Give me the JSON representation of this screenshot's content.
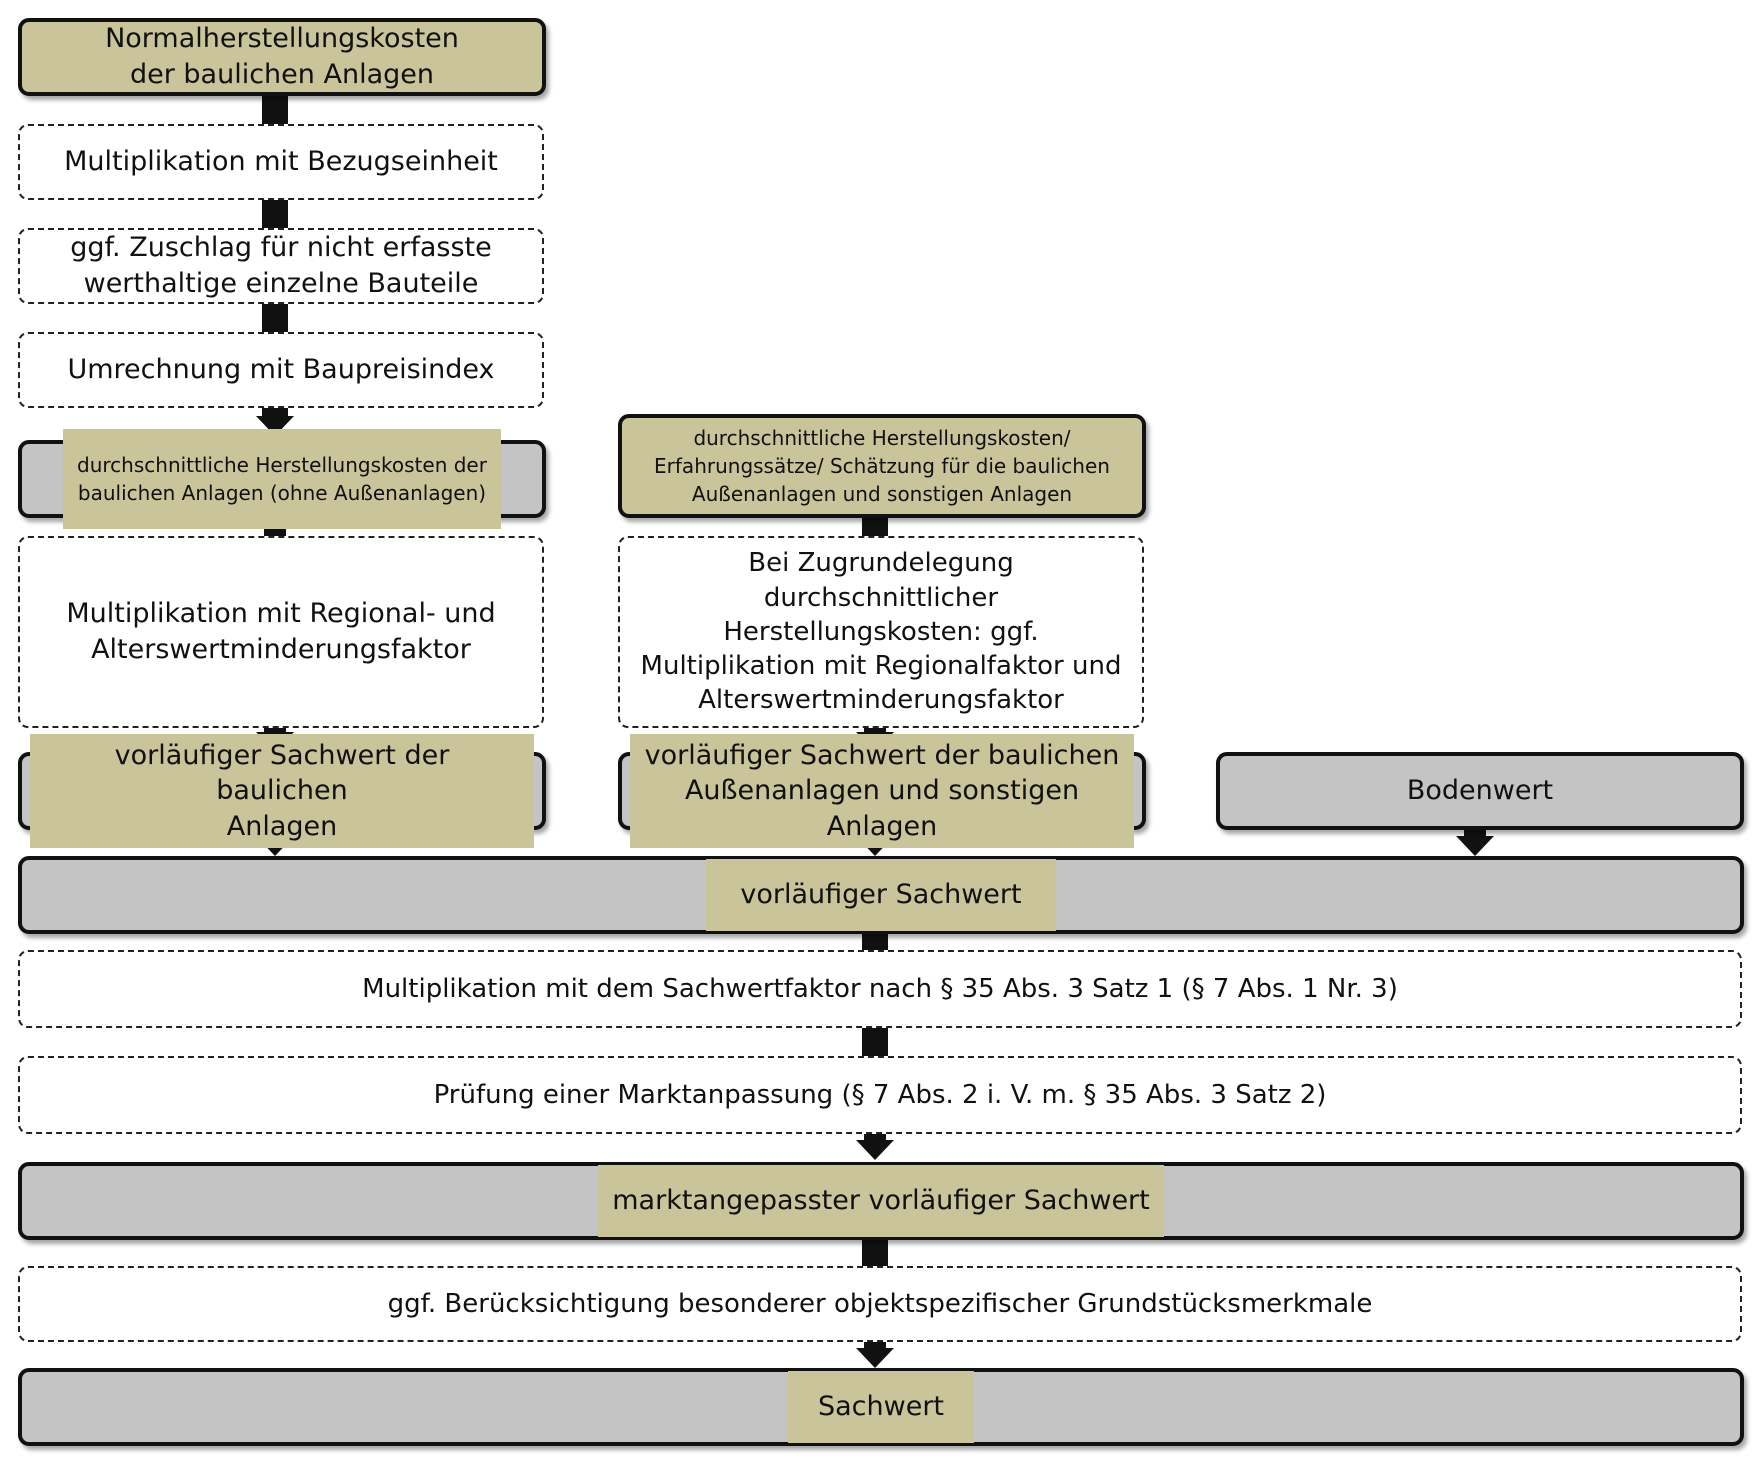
{
  "colors": {
    "olive": "#c9c49a",
    "gray": "#c4c4c4",
    "line": "#111111"
  },
  "nodes": {
    "normalherstellungskosten": "Normalherstellungskosten\nder baulichen Anlagen",
    "bezugseinheit": "Multiplikation mit Bezugseinheit",
    "zuschlag": "ggf.  Zuschlag für nicht erfasste\nwerthaltige einzelne Bauteile",
    "baupreisindex": "Umrechnung mit Baupreisindex",
    "hk_bauliche": "durchschnittliche Herstellungskosten der\nbaulichen Anlagen (ohne Außenanlagen)",
    "hk_aussen": "durchschnittliche Herstellungskosten/\nErfahrungssätze/ Schätzung für die baulichen\nAußenanlagen und sonstigen Anlagen",
    "regional_alters": "Multiplikation mit Regional- und\nAlterswertminderungsfaktor",
    "zugrundelegung": "Bei Zugrundelegung\ndurchschnittlicher\nHerstellungskosten: ggf.\nMultiplikation mit Regionalfaktor und\nAlterswertminderungsfaktor",
    "sachwert_bauliche": "vorläufiger Sachwert der baulichen\nAnlagen",
    "sachwert_aussen": "vorläufiger Sachwert der baulichen\nAußenanlagen und sonstigen Anlagen",
    "bodenwert": "Bodenwert",
    "vorlaeufiger_sachwert": "vorläufiger Sachwert",
    "sachwertfaktor": "Multiplikation mit dem Sachwertfaktor nach § 35 Abs. 3 Satz 1 (§ 7 Abs. 1 Nr. 3)",
    "marktanpassung": "Prüfung einer Marktanpassung  (§ 7 Abs. 2 i. V. m. § 35 Abs. 3 Satz 2)",
    "marktangepasst": "marktangepasster vorläufiger Sachwert",
    "objektspezifisch": "ggf. Berücksichtigung besonderer objektspezifischer Grundstücksmerkmale",
    "sachwert": "Sachwert"
  }
}
